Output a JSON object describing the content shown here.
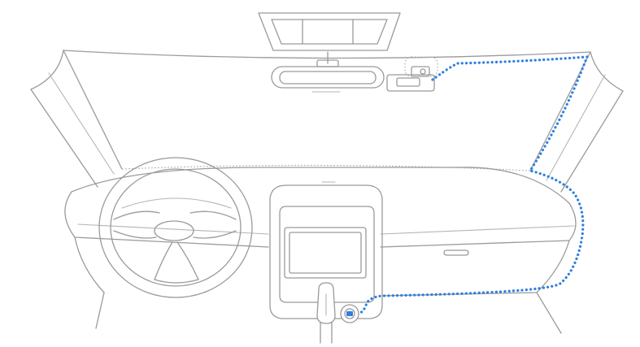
{
  "diagram": {
    "subject": "dash-cam-cable-routing",
    "colors": {
      "outline": "#9a9a9a",
      "cable": "#2f7fe0",
      "background": "#ffffff"
    },
    "elements": [
      "windshield-frame",
      "sun-visor",
      "rearview-mirror",
      "dash-camera",
      "dashboard",
      "steering-wheel",
      "center-console",
      "infotainment-screen",
      "gear-shifter",
      "glove-box",
      "power-socket",
      "power-cable-route"
    ]
  }
}
